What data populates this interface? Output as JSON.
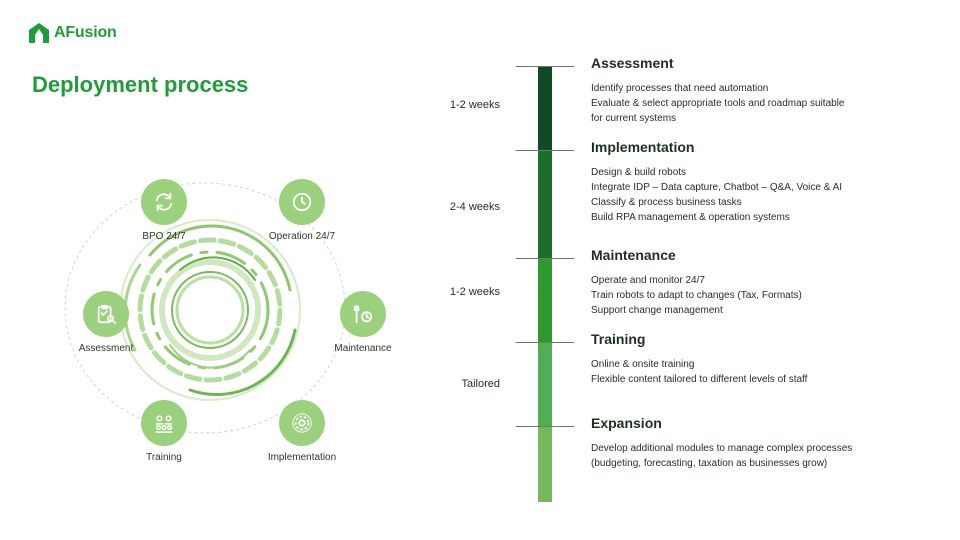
{
  "brand": {
    "name": "AFusion",
    "color": "#1f9d3a"
  },
  "page": {
    "title": "Deployment process"
  },
  "cycle": {
    "nodes": [
      {
        "label": "BPO 24/7",
        "icon": "refresh-icon"
      },
      {
        "label": "Operation 24/7",
        "icon": "clock-icon"
      },
      {
        "label": "Maintenance",
        "icon": "tools-icon"
      },
      {
        "label": "Implementation",
        "icon": "gear-icon"
      },
      {
        "label": "Training",
        "icon": "people-icon"
      },
      {
        "label": "Assessment",
        "icon": "clipboard-search-icon"
      }
    ]
  },
  "timeline": {
    "colors": [
      "#0f4a22",
      "#1a6e2a",
      "#2c9a2c",
      "#52ad56",
      "#73b85a"
    ],
    "durations": [
      {
        "label": "1-2 weeks"
      },
      {
        "label": "2-4 weeks"
      },
      {
        "label": "1-2 weeks"
      },
      {
        "label": "Tailored"
      }
    ],
    "phases": [
      {
        "title": "Assessment",
        "lines": [
          "Identify processes that need automation",
          "Evaluate & select appropriate tools and roadmap suitable",
          "for current systems"
        ]
      },
      {
        "title": "Implementation",
        "lines": [
          "Design & build robots",
          "Integrate IDP – Data capture, Chatbot – Q&A, Voice & AI",
          "Classify & process business tasks",
          "Build RPA management & operation systems"
        ]
      },
      {
        "title": "Maintenance",
        "lines": [
          "Operate and monitor 24/7",
          "Train robots to adapt to changes (Tax, Formats)",
          "Support change management"
        ]
      },
      {
        "title": "Training",
        "lines": [
          "Online & onsite training",
          "Flexible content tailored to different levels of staff"
        ]
      },
      {
        "title": "Expansion",
        "lines": [
          "Develop additional modules to manage complex processes",
          "(budgeting, forecasting, taxation as businesses grow)"
        ]
      }
    ]
  }
}
